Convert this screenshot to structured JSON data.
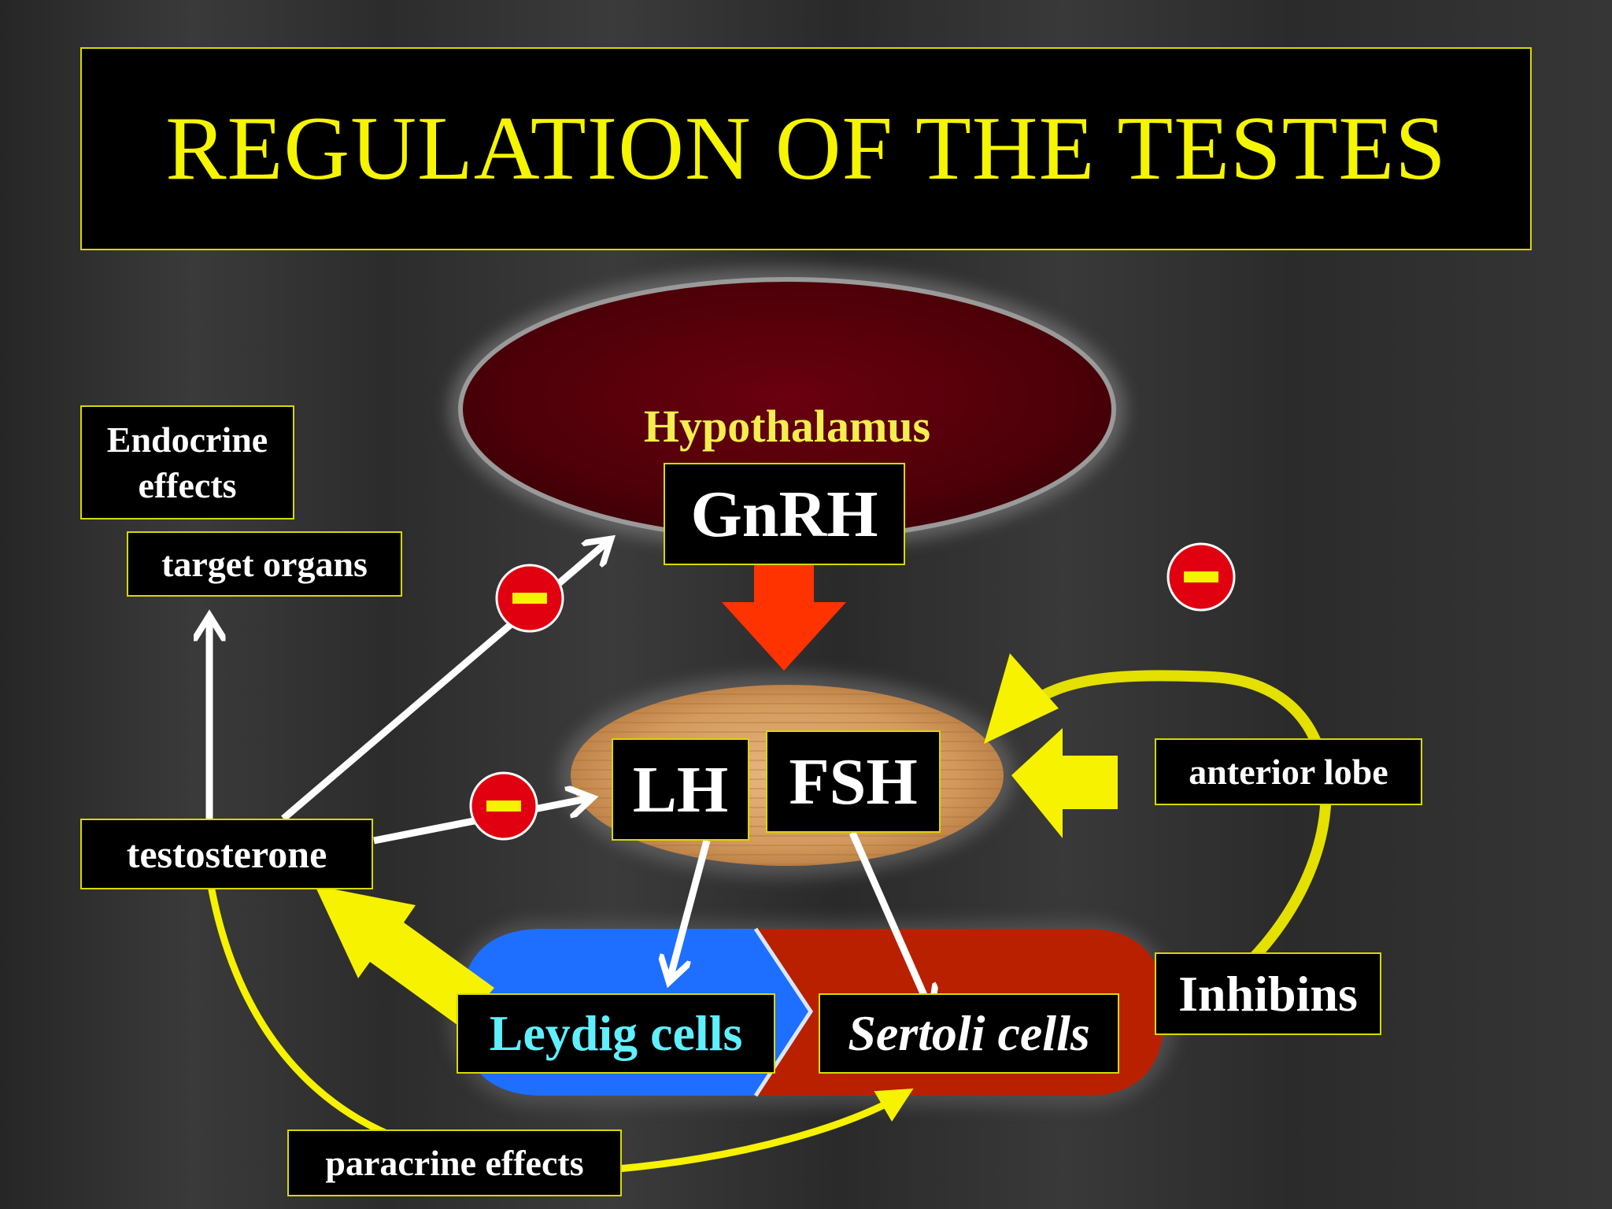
{
  "title": "REGULATION OF THE TESTES",
  "nodes": {
    "hypothalamus": "Hypothalamus",
    "gnrh": "GnRH",
    "lh": "LH",
    "fsh": "FSH",
    "endocrine_effects_line1": "Endocrine",
    "endocrine_effects_line2": "effects",
    "target_organs": "target organs",
    "testosterone": "testosterone",
    "anterior_lobe": "anterior lobe",
    "inhibins": "Inhibins",
    "leydig_cells": "Leydig cells",
    "sertoli_cells": "Sertoli cells",
    "paracrine_effects": "paracrine effects"
  },
  "inhibition_symbol": "−",
  "colors": {
    "title_text": "#f5f500",
    "box_border": "#d8d800",
    "hypothalamus": "#5a0008",
    "leydig_bar": "#1e6fff",
    "sertoli_bar": "#b82000",
    "leydig_text": "#5ff0ff",
    "inhibition_circle": "#e00010",
    "arrow_yellow": "#f6f200",
    "arrow_red": "#ff3300"
  }
}
